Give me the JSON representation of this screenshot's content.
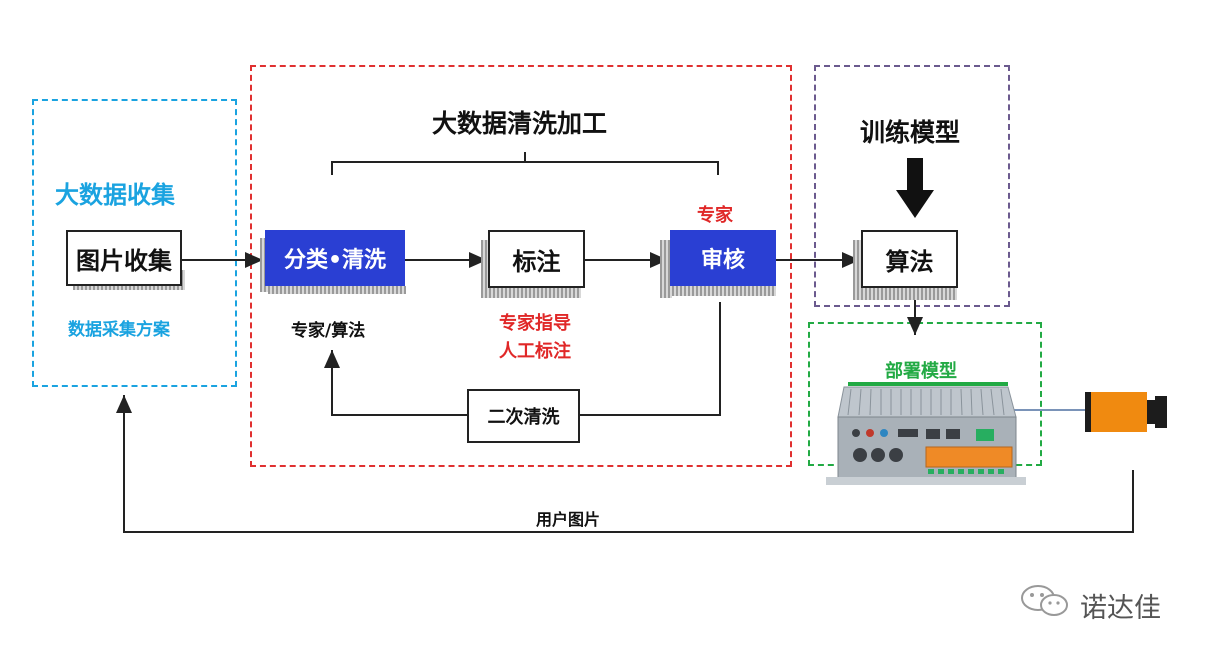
{
  "colors": {
    "collect": "#1aa3e0",
    "clean": "#e03030",
    "train": "#6b5a8e",
    "deploy": "#22aa44",
    "blue_node": "#2a3fd3",
    "red_text": "#e02828",
    "arrow": "#222222",
    "camera": "#f08a10"
  },
  "collect": {
    "title": "大数据收集",
    "node": "图片收集",
    "caption": "数据采集方案"
  },
  "clean": {
    "title": "大数据清洗加工",
    "classify": "分类•清洗",
    "classify_caption": "专家/算法",
    "label": "标注",
    "label_caption_1": "专家指导",
    "label_caption_2": "人工标注",
    "review": "审核",
    "review_caption": "专家",
    "recycle": "二次清洗"
  },
  "train": {
    "title": "训练模型",
    "node": "算法"
  },
  "deploy": {
    "title": "部署模型"
  },
  "feedback": {
    "label": "用户图片"
  },
  "watermark": {
    "text": "诺达佳",
    "icon": "wechat-icon"
  }
}
